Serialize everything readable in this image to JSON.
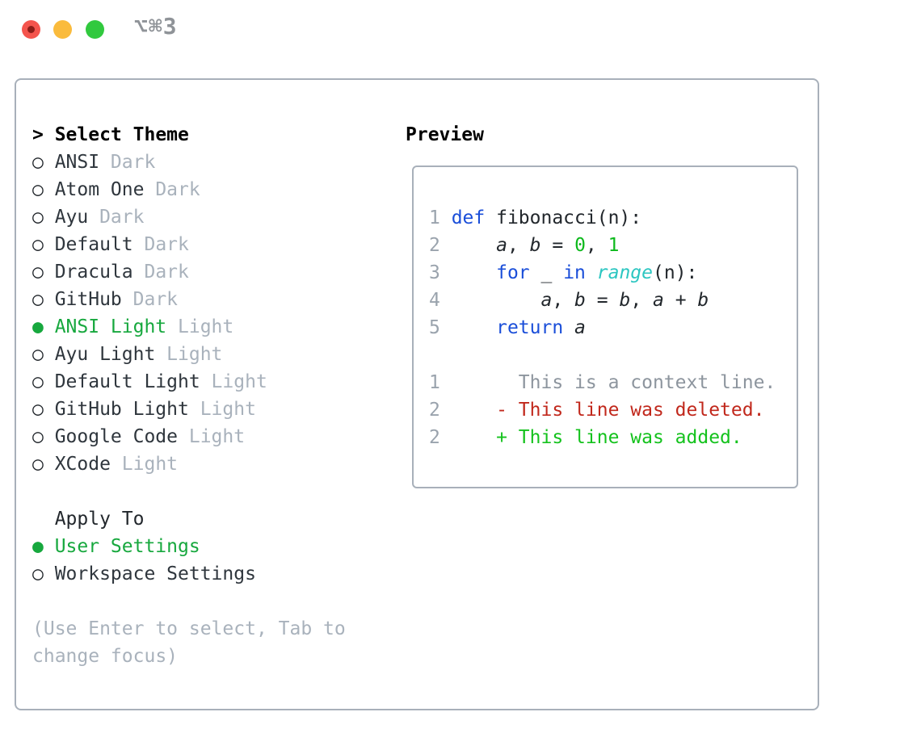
{
  "window": {
    "title": "⌥⌘3"
  },
  "theme_list": {
    "prompt": "> ",
    "title": "Select Theme",
    "bullet_selected": "● ",
    "bullet_unselected": "○ ",
    "items": [
      {
        "name": "ANSI",
        "variant": "Dark",
        "selected": false
      },
      {
        "name": "Atom One",
        "variant": "Dark",
        "selected": false
      },
      {
        "name": "Ayu",
        "variant": "Dark",
        "selected": false
      },
      {
        "name": "Default",
        "variant": "Dark",
        "selected": false
      },
      {
        "name": "Dracula",
        "variant": "Dark",
        "selected": false
      },
      {
        "name": "GitHub",
        "variant": "Dark",
        "selected": false
      },
      {
        "name": "ANSI Light",
        "variant": "Light",
        "selected": true
      },
      {
        "name": "Ayu Light",
        "variant": "Light",
        "selected": false
      },
      {
        "name": "Default Light",
        "variant": "Light",
        "selected": false
      },
      {
        "name": "GitHub Light",
        "variant": "Light",
        "selected": false
      },
      {
        "name": "Google Code",
        "variant": "Light",
        "selected": false
      },
      {
        "name": "XCode",
        "variant": "Light",
        "selected": false
      }
    ]
  },
  "apply_to": {
    "title": "Apply To",
    "options": [
      {
        "name": "User Settings",
        "selected": true
      },
      {
        "name": "Workspace Settings",
        "selected": false
      }
    ]
  },
  "help_lines": [
    "(Use Enter to select, Tab to",
    "change focus)"
  ],
  "preview": {
    "title": "Preview",
    "lines": [
      {
        "tokens": [
          {
            "t": "1 ",
            "c": "ln"
          },
          {
            "t": "def",
            "c": "kw"
          },
          {
            "t": " fibonacci(n):",
            "c": "plain"
          }
        ]
      },
      {
        "tokens": [
          {
            "t": "2 ",
            "c": "ln"
          },
          {
            "t": "    ",
            "c": "plain"
          },
          {
            "t": "a",
            "c": "var"
          },
          {
            "t": ", ",
            "c": "plain"
          },
          {
            "t": "b",
            "c": "var"
          },
          {
            "t": " = ",
            "c": "plain"
          },
          {
            "t": "0",
            "c": "num"
          },
          {
            "t": ", ",
            "c": "plain"
          },
          {
            "t": "1",
            "c": "num"
          }
        ]
      },
      {
        "tokens": [
          {
            "t": "3 ",
            "c": "ln"
          },
          {
            "t": "    ",
            "c": "plain"
          },
          {
            "t": "for",
            "c": "kw"
          },
          {
            "t": " _ ",
            "c": "plain"
          },
          {
            "t": "in",
            "c": "kw"
          },
          {
            "t": " ",
            "c": "plain"
          },
          {
            "t": "range",
            "c": "bi"
          },
          {
            "t": "(n):",
            "c": "plain"
          }
        ]
      },
      {
        "tokens": [
          {
            "t": "4 ",
            "c": "ln"
          },
          {
            "t": "        ",
            "c": "plain"
          },
          {
            "t": "a",
            "c": "var"
          },
          {
            "t": ", ",
            "c": "plain"
          },
          {
            "t": "b",
            "c": "var"
          },
          {
            "t": " = ",
            "c": "plain"
          },
          {
            "t": "b",
            "c": "var"
          },
          {
            "t": ", ",
            "c": "plain"
          },
          {
            "t": "a",
            "c": "var"
          },
          {
            "t": " + ",
            "c": "plain"
          },
          {
            "t": "b",
            "c": "var"
          }
        ]
      },
      {
        "tokens": [
          {
            "t": "5 ",
            "c": "ln"
          },
          {
            "t": "    ",
            "c": "plain"
          },
          {
            "t": "return",
            "c": "kw"
          },
          {
            "t": " ",
            "c": "plain"
          },
          {
            "t": "a",
            "c": "var"
          }
        ]
      },
      {
        "tokens": []
      },
      {
        "tokens": [
          {
            "t": "1",
            "c": "ln"
          },
          {
            "t": "       ",
            "c": "plain"
          },
          {
            "t": "This is a context line.",
            "c": "ctx"
          }
        ]
      },
      {
        "tokens": [
          {
            "t": "2",
            "c": "ln"
          },
          {
            "t": "     ",
            "c": "plain"
          },
          {
            "t": "- This line was deleted.",
            "c": "del"
          }
        ]
      },
      {
        "tokens": [
          {
            "t": "2",
            "c": "ln"
          },
          {
            "t": "     ",
            "c": "plain"
          },
          {
            "t": "+ This line was added.",
            "c": "add"
          }
        ]
      }
    ]
  },
  "colors": {
    "foreground": "#22272c",
    "muted_gray": "#a9b2bc",
    "line_number_gray": "#9aa3ad",
    "context_gray": "#8d959e",
    "keyword_blue": "#1a4ed9",
    "builtin_cyan": "#2cc6c1",
    "number_green": "#0db91c",
    "deleted_red": "#c1281c",
    "added_green": "#14c21d",
    "selected_green": "#17a83e",
    "panel_border": "#a8b0ba",
    "traffic_red": "#f4544d",
    "traffic_yellow": "#fabb3c",
    "traffic_green": "#31c93e"
  }
}
